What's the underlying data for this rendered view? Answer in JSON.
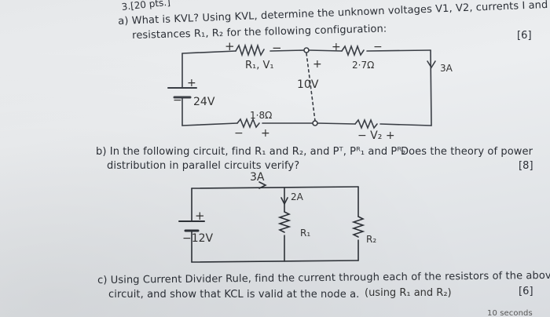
{
  "header": {
    "points": "3.[20 pts.]"
  },
  "q_a": {
    "line1": "a) What is KVL? Using KVL, determine the unknown voltages V1, V2, currents I and",
    "line2": "resistances R₁, R₂ for the following configuration:",
    "marks": "[6]",
    "circuit": {
      "r1_label": "R₁, V₁",
      "r1_plus": "+",
      "r1_minus": "−",
      "r2_label": "2·7Ω",
      "r2_plus": "+",
      "r2_minus": "−",
      "current_3a": "3A",
      "src_10v": "10V",
      "src_10v_plus": "+",
      "battery_24v": "24V",
      "battery_plus": "+",
      "battery_minus": "−",
      "r3_label": "1·8Ω",
      "r3_plus": "+",
      "r3_minus": "−",
      "v2_label": "−  V₂  +"
    }
  },
  "q_b": {
    "line1": "b) In the following circuit, find R₁ and R₂, and Pᵀ, Pᴿ₁ and Pᴿ₂",
    "side": "Does the theory of power",
    "line2": "distribution in parallel circuits verify?",
    "marks": "[8]",
    "circuit": {
      "current_3a": "3A",
      "current_2a": "2A",
      "battery_plus": "+",
      "battery_12v": "−12V",
      "r1_label": "R₁",
      "r2_label": "R₂"
    }
  },
  "q_c": {
    "line1": "c) Using Current Divider Rule, find the current through each of the resistors of the above",
    "line2": "circuit, and show that KCL is valid at the node a.",
    "handwritten": "(using R₁ and R₂)",
    "marks": "[6]",
    "cutoff": "10 seconds"
  }
}
